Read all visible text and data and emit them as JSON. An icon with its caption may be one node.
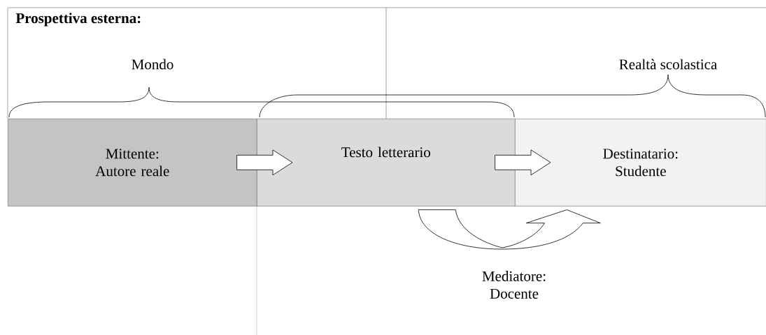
{
  "diagram": {
    "title": "Prospettiva esterna:",
    "nodes": [
      {
        "text": [
          "Mittente: Autore reale"
        ]
      },
      {
        "text": [
          "Testo letterario"
        ]
      },
      {
        "text": [
          "Destinatario: Studente"
        ]
      }
    ],
    "edges": [
      {
        "from": 0,
        "to": 1,
        "arrow": "to"
      },
      {
        "from": 1,
        "to": 2,
        "arrow": "to"
      },
      {
        "from": 1,
        "to": 2,
        "arrow": "to",
        "label": "Mediatore: Docente"
      }
    ],
    "labels": [
      "Mondo",
      "Realtà scolastica"
    ]
  }
}
